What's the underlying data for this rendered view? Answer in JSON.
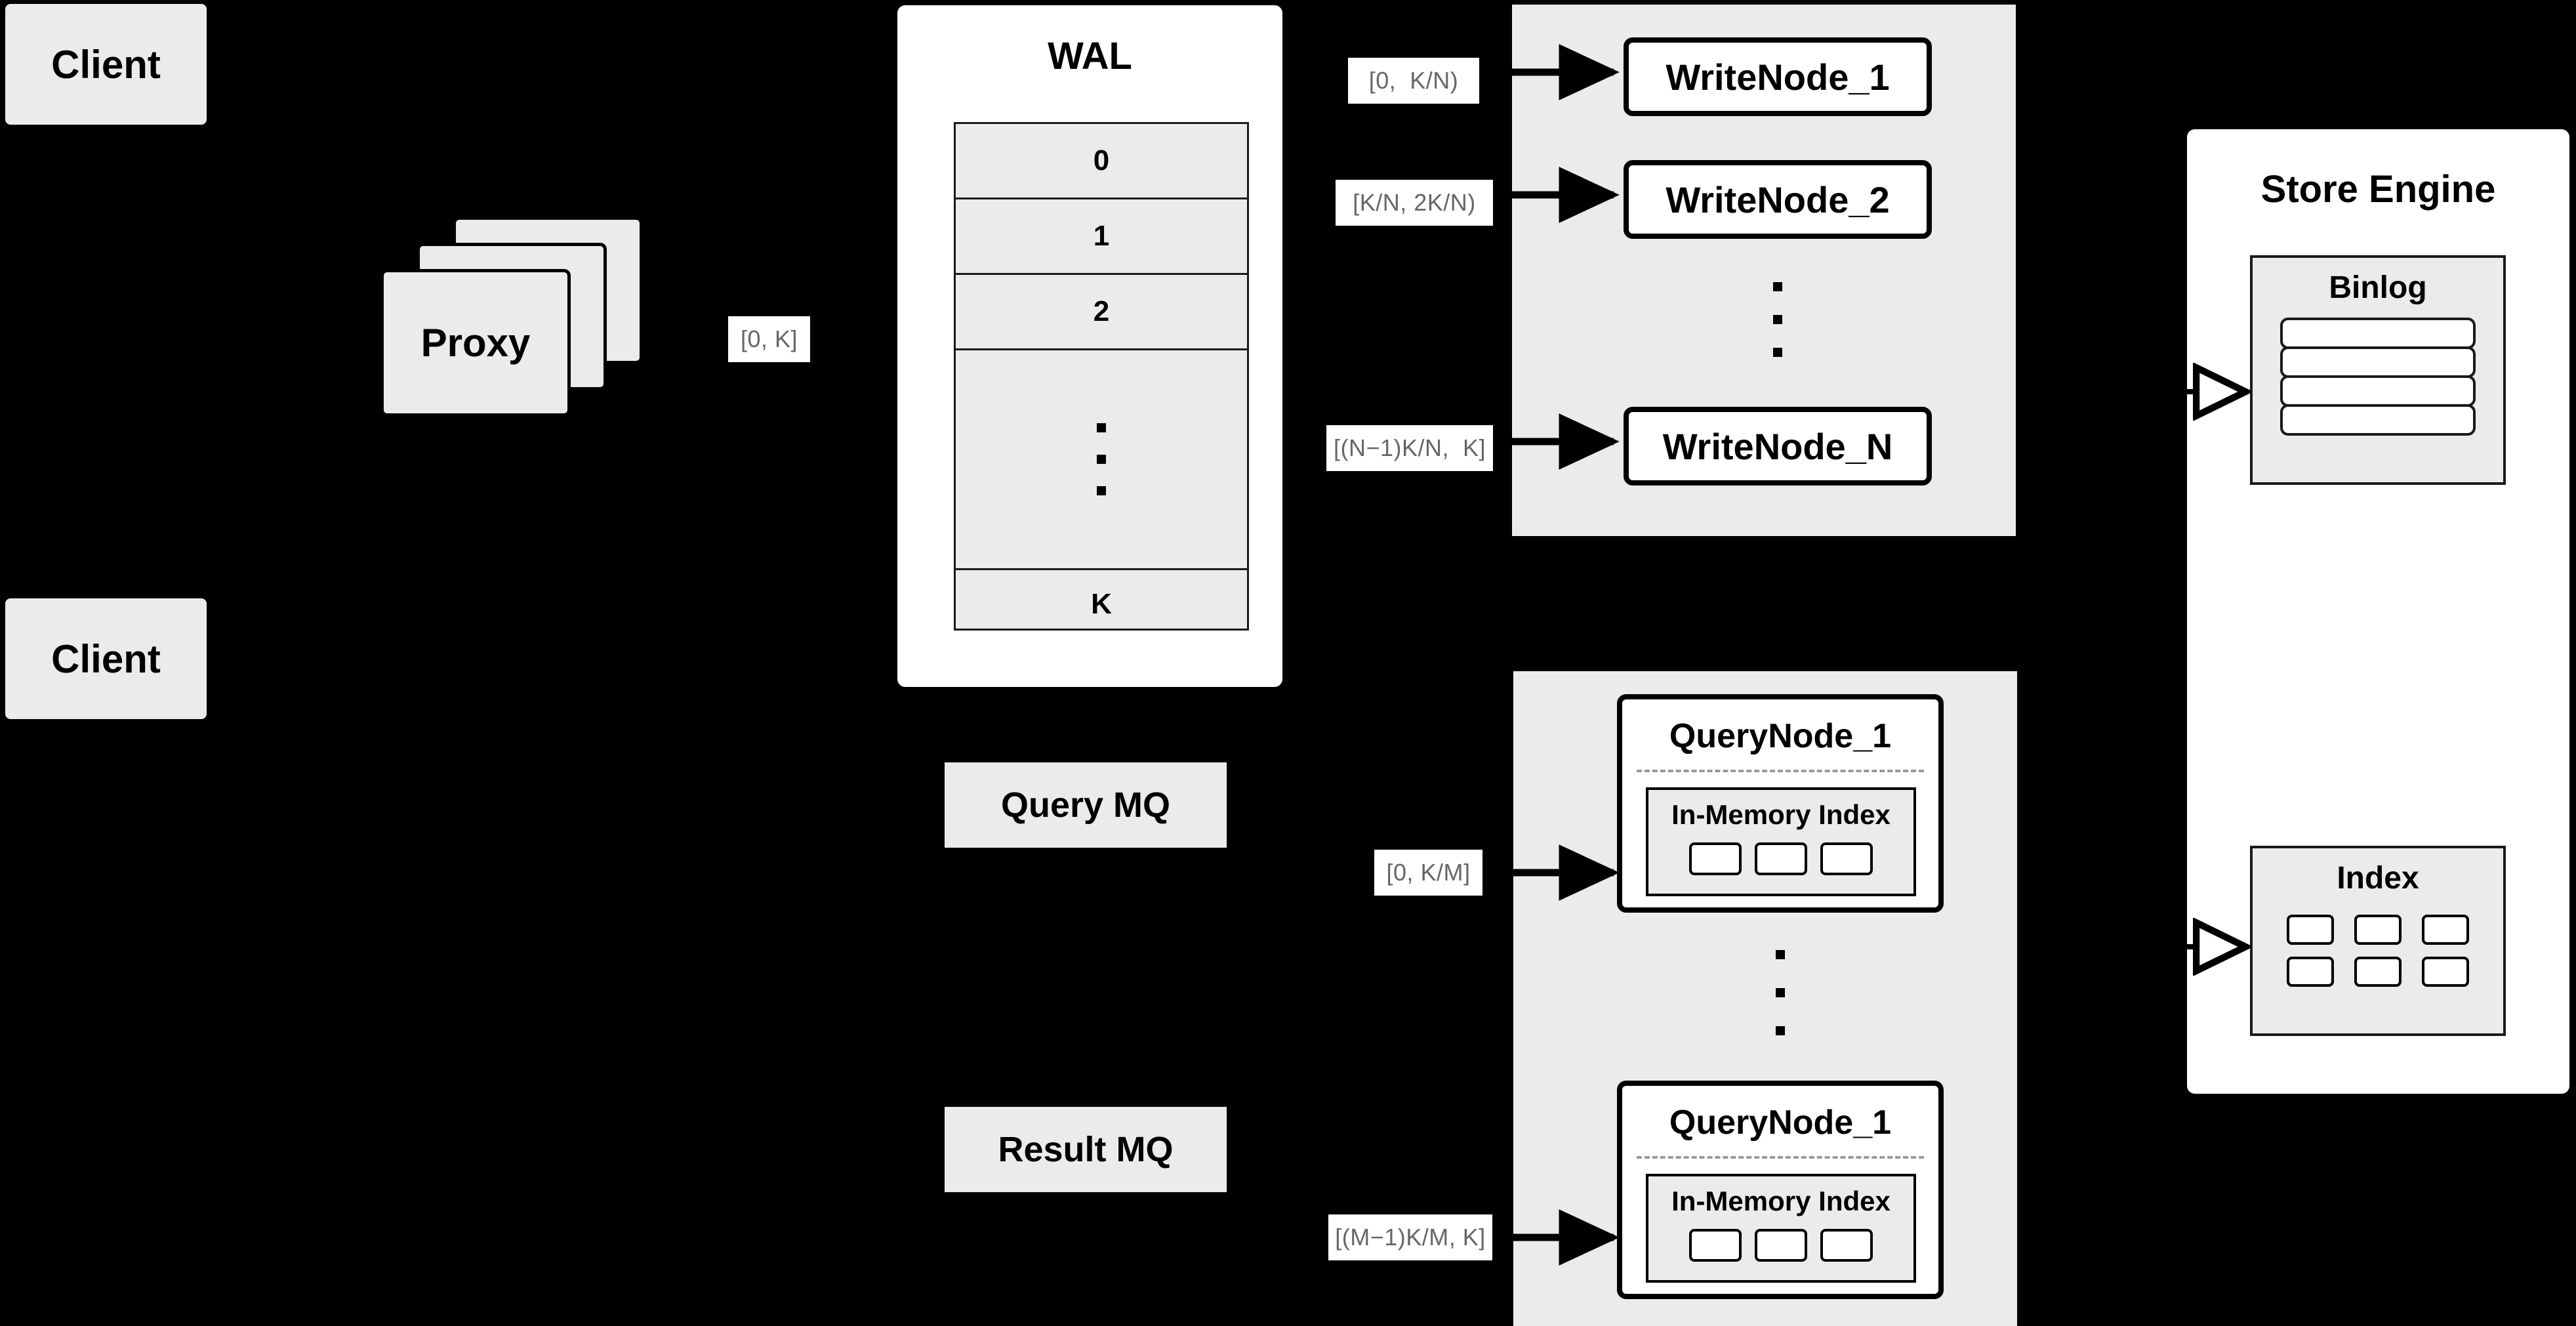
{
  "diagram": {
    "title": "Distributed Vector Database Write/Query Architecture",
    "colors": {
      "background": "#000000",
      "node_fill": "#ebebeb",
      "panel_fill": "#ffffff",
      "stroke": "#000000",
      "label_text": "#666666",
      "divider": "#9a9a9a"
    }
  },
  "clients": [
    {
      "label": "Client"
    },
    {
      "label": "Client"
    }
  ],
  "proxy": {
    "label": "Proxy",
    "stack_count": 3,
    "out_label": "[0, K]"
  },
  "wal": {
    "title": "WAL",
    "rows": [
      "0",
      "1",
      "2",
      "···",
      "K"
    ],
    "ellipsis_row_index": 3
  },
  "queues": [
    {
      "label": "Query MQ"
    },
    {
      "label": "Result MQ"
    }
  ],
  "write_cluster": {
    "nodes": [
      {
        "label": "WriteNode_1",
        "range": "[0,  K/N)"
      },
      {
        "label": "WriteNode_2",
        "range": "[K/N, 2K/N)"
      },
      {
        "label": "WriteNode_N",
        "range": "[(N−1)K/N,  K]"
      }
    ],
    "ellipsis": "···"
  },
  "query_cluster": {
    "nodes": [
      {
        "label": "QueryNode_1",
        "range": "[0, K/M]",
        "index_title": "In-Memory Index",
        "index_cells": 3
      },
      {
        "label": "QueryNode_1",
        "range": "[(M−1)K/M, K]",
        "index_title": "In-Memory Index",
        "index_cells": 3
      }
    ],
    "ellipsis": "···"
  },
  "store_engine": {
    "title": "Store Engine",
    "binlog": {
      "title": "Binlog",
      "rows": 4
    },
    "index": {
      "title": "Index",
      "cells": 6,
      "columns": 3
    }
  }
}
